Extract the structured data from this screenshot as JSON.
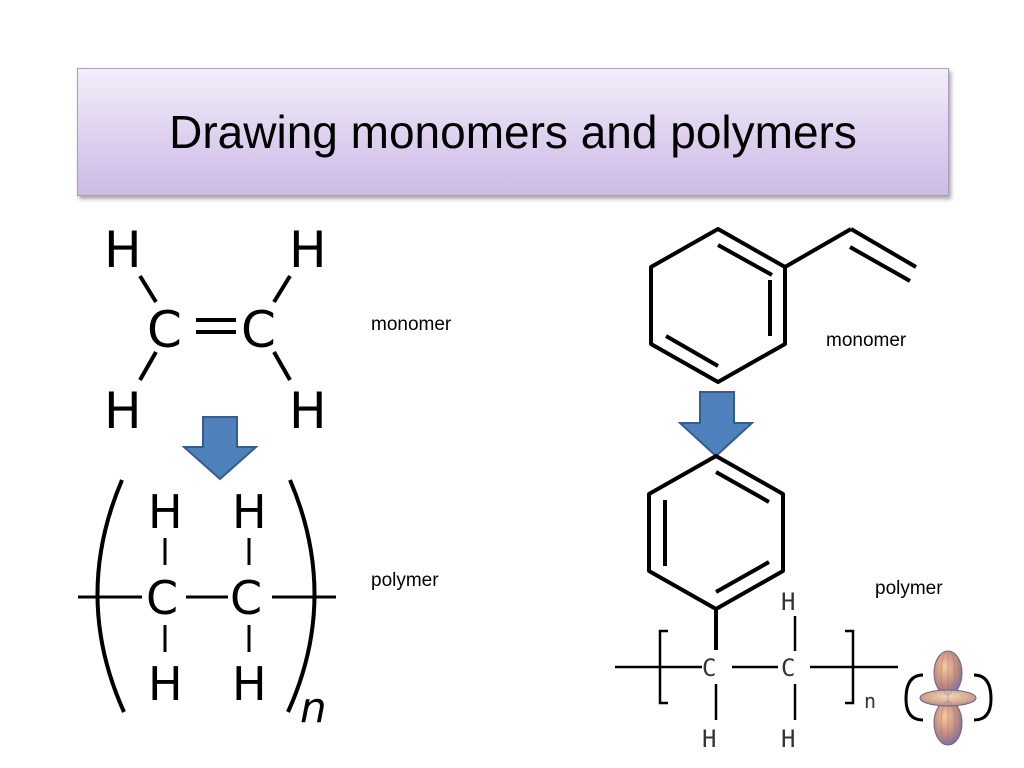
{
  "slide": {
    "title": "Drawing monomers and polymers",
    "labels": {
      "left_monomer": "monomer",
      "left_polymer": "polymer",
      "right_monomer": "monomer",
      "right_polymer": "polymer"
    }
  },
  "ethylene": {
    "atoms": {
      "hydrogen": "H",
      "carbon": "C"
    },
    "polymer_subscript": "n"
  },
  "styrene": {
    "atoms": {
      "hydrogen": "H",
      "carbon": "C"
    },
    "polymer_subscript": "n"
  },
  "colors": {
    "arrow_fill": "#4f81bd",
    "arrow_stroke": "#385d8a",
    "title_gradient_top": "#f3eef9",
    "title_gradient_bottom": "#cdbbe6"
  }
}
